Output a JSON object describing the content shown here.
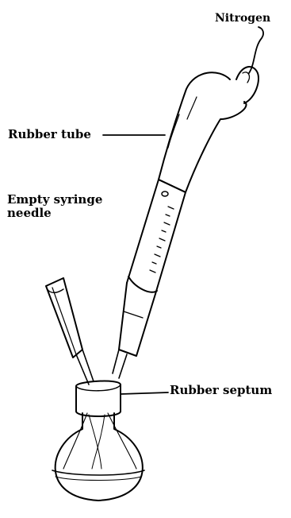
{
  "labels": {
    "nitrogen": "Nitrogen",
    "rubber_tube": "Rubber tube",
    "empty_syringe_needle_line1": "Empty syringe",
    "empty_syringe_needle_line2": "needle",
    "rubber_septum": "Rubber septum"
  }
}
